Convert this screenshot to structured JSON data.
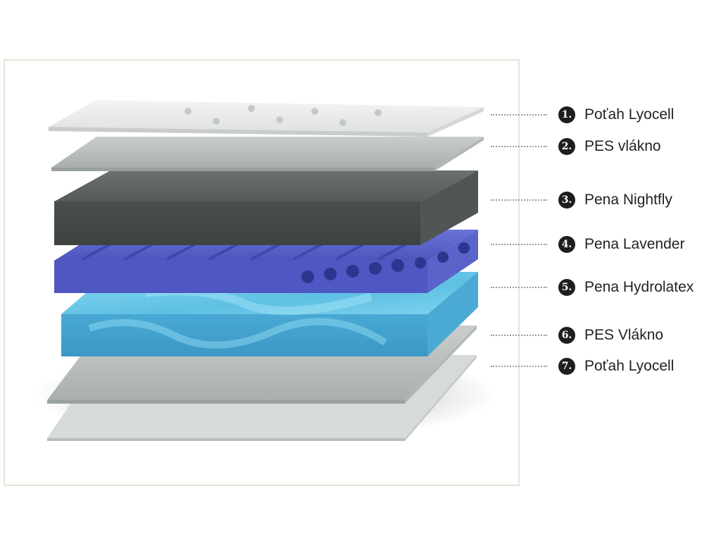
{
  "legend": [
    {
      "number": "1.",
      "label": "Poťah Lyocell"
    },
    {
      "number": "2.",
      "label": "PES vlákno"
    },
    {
      "number": "3.",
      "label": "Pena Nightfly"
    },
    {
      "number": "4.",
      "label": "Pena Lavender"
    },
    {
      "number": "5.",
      "label": "Pena Hydrolatex"
    },
    {
      "number": "6.",
      "label": "PES Vlákno"
    },
    {
      "number": "7.",
      "label": "Poťah Lyocell"
    }
  ],
  "colors": {
    "frame_border": "#e7e3d6",
    "cover_top": "#eef0ef",
    "pes_fiber": "#b9bfbd",
    "nightfly_foam": "#5e6463",
    "lavender_foam": "#5a63c9",
    "hydrolatex_foam": "#6cc6e6",
    "badge": "#1e1e1e"
  }
}
